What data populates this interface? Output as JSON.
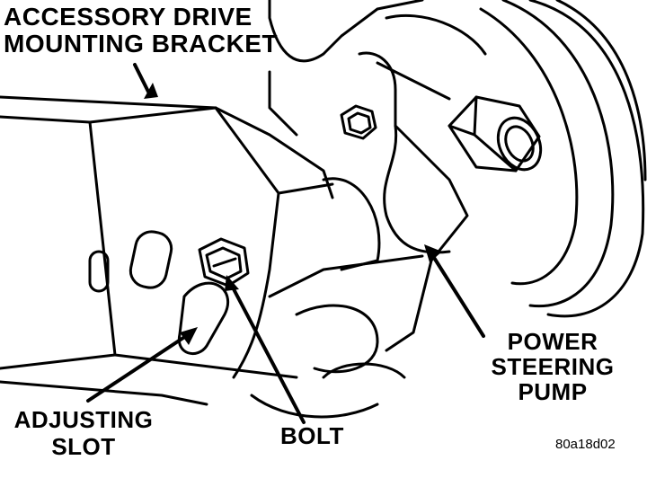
{
  "labels": {
    "bracket": [
      "ACCESSORY DRIVE",
      "MOUNTING BRACKET"
    ],
    "pump": [
      "POWER",
      "STEERING",
      "PUMP"
    ],
    "slot": [
      "ADJUSTING",
      "SLOT"
    ],
    "bolt": "BOLT"
  },
  "figure_code": "80a18d02",
  "colors": {
    "ink": "#000000",
    "paper": "#ffffff"
  }
}
